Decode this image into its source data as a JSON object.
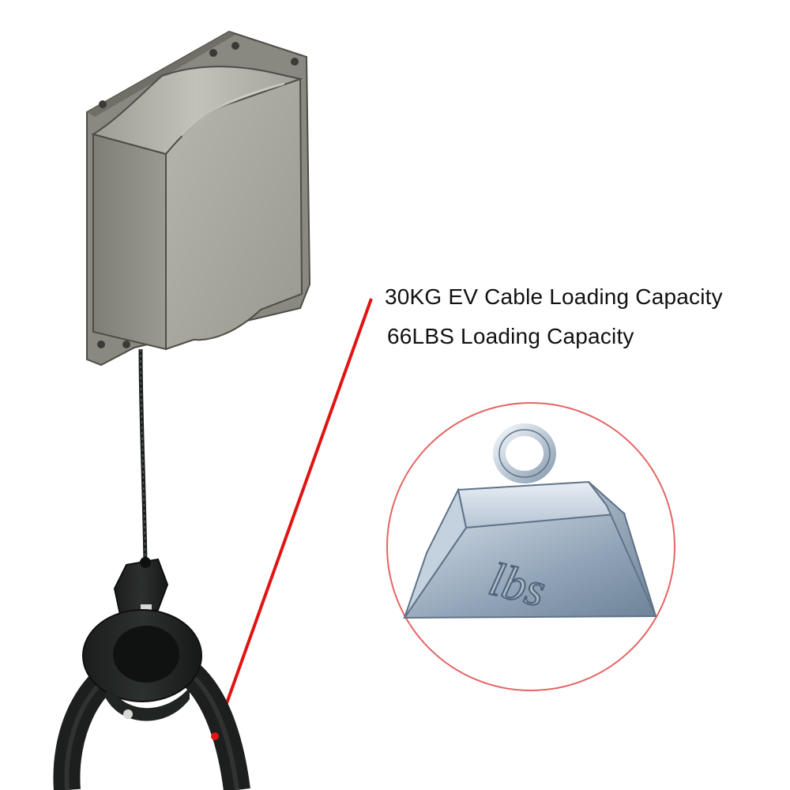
{
  "captions": {
    "line1": "30KG EV Cable Loading Capacity",
    "line2": "66LBS Loading Capacity"
  },
  "weight_icon": {
    "label": "lbs"
  },
  "colors": {
    "accent_line": "#e11414",
    "reel_body": "#9c9b93",
    "cable": "#1c1f1e",
    "weight_metal": "#a9b9c9"
  }
}
